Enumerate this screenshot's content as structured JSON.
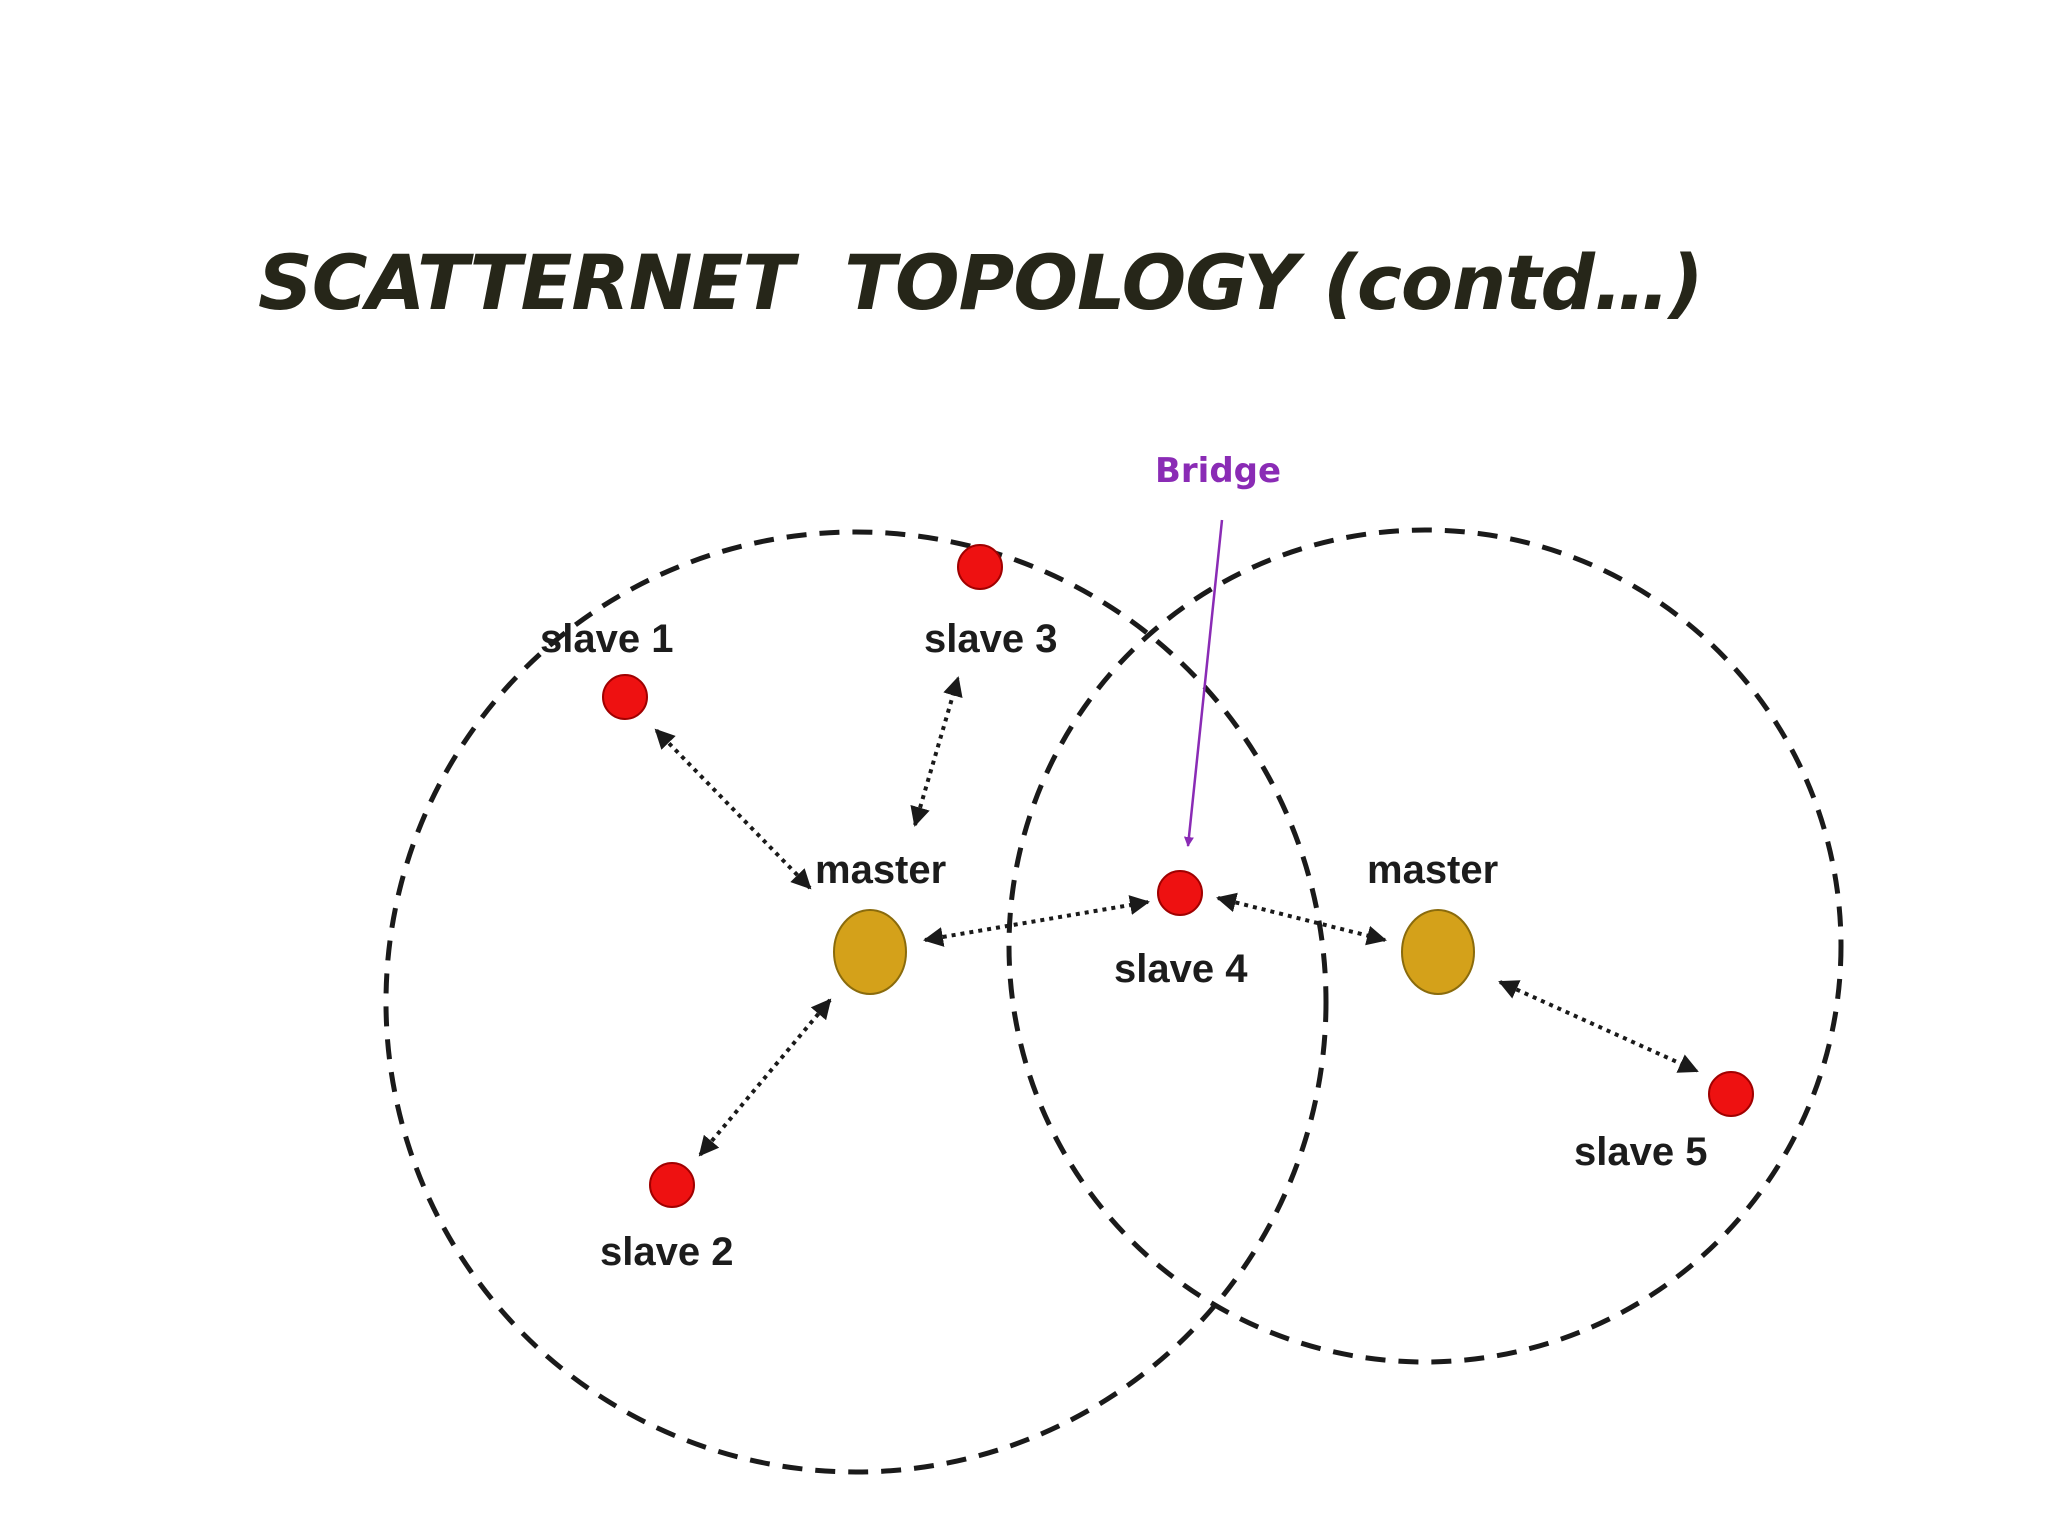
{
  "slide": {
    "title": "SCATTERNET  TOPOLOGY (contd…)"
  },
  "diagram": {
    "piconets": [
      {
        "master_label": "master",
        "slave_labels": [
          "slave 1",
          "slave 2",
          "slave 3",
          "slave 4"
        ]
      },
      {
        "master_label": "master",
        "slave_labels": [
          "slave 4",
          "slave 5"
        ]
      }
    ],
    "nodes": {
      "master_1": "master",
      "master_2": "master",
      "slave_1": "slave 1",
      "slave_2": "slave 2",
      "slave_3": "slave 3",
      "slave_4": "slave 4",
      "slave_5": "slave 5"
    },
    "bridge_label": "Bridge",
    "colors": {
      "master": "#d4a11a",
      "slave": "#ee1111",
      "bridge": "#8a2bb5",
      "title": "#262619"
    }
  }
}
